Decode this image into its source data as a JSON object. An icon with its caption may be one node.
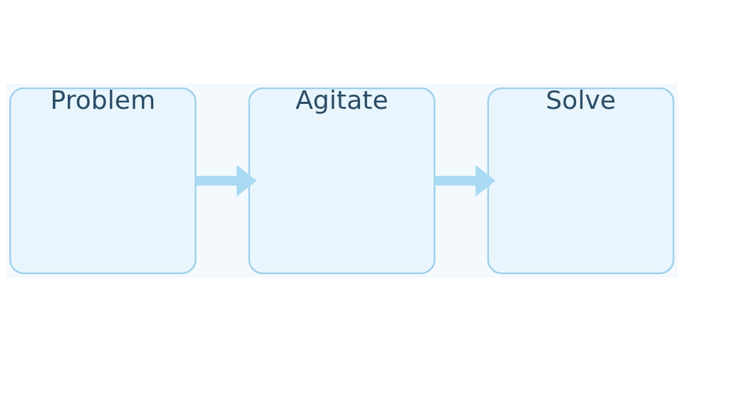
{
  "diagram": {
    "nodes": [
      {
        "text": [
          "Problem"
        ]
      },
      {
        "text": [
          "Agitate"
        ]
      },
      {
        "text": [
          "Solve"
        ]
      }
    ],
    "edges": [
      {
        "from": 0,
        "to": 1,
        "arrow": "to"
      },
      {
        "from": 1,
        "to": 2,
        "arrow": "to"
      }
    ]
  }
}
